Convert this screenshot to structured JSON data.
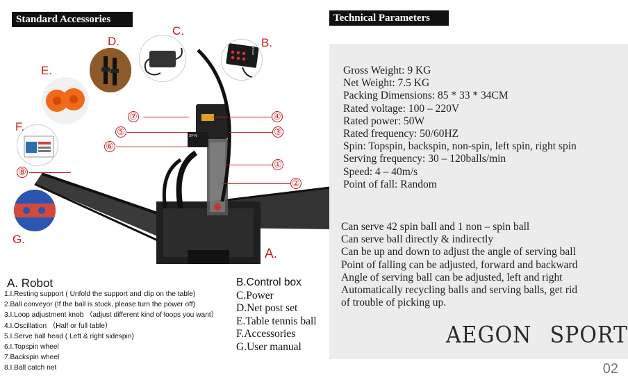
{
  "headers": {
    "left": "Standard Accessories",
    "right": "Technical Parameters"
  },
  "accessory_labels": {
    "A": "A.",
    "B": "B.",
    "C": "C.",
    "D": "D.",
    "E": "E.",
    "F": "F.",
    "G": "G."
  },
  "callouts": [
    "①",
    "②",
    "③",
    "④",
    "⑤",
    "⑥",
    "⑦",
    "⑧"
  ],
  "device_labels": {
    "control_box_brand": "HUI FANG",
    "head_label": "XF-N"
  },
  "parameters": [
    "Gross Weight: 9 KG",
    "Net Weight: 7.5 KG",
    "Packing Dimensions: 85 * 33 * 34CM",
    "Rated voltage: 100 – 220V",
    "Rated power: 50W",
    "Rated frequency: 50/60HZ",
    "Spin: Topspin, backspin, non-spin, left spin, right spin",
    "Serving frequency: 30 – 120balls/min",
    "Speed: 4 – 40m/s",
    "Point of fall: Random"
  ],
  "features": [
    "Can serve 42 spin ball and 1 non – spin ball",
    "Can serve ball directly & indirectly",
    "Can be up and down to adjust the angle of serving ball",
    "Point of falling can be adjusted, forward and backward",
    "Angle of serving ball can be adjusted, left and right",
    "Automatically recycling balls and serving balls, get rid",
    "of trouble of picking up."
  ],
  "brand": {
    "word1": "AEGON",
    "word2": "SPORT"
  },
  "page_number": "02",
  "robot": {
    "title": "A. Robot",
    "items": [
      "1.I.Resting support ( Unfold the support and clip on the table)",
      "2.Ball conveyor (If the ball is stuck, please turn the power off)",
      "3.I.Loop adjustment knob （adjust different kind of loops you want）",
      "4.I.Oscillation （Half or full table）",
      "5.I.Serve ball head ( Left & right sidespin)",
      "6.I.Topspin wheel",
      "7.Backspin wheel",
      "8.I.Ball catch net"
    ]
  },
  "accessory_list": [
    "B.Control box",
    "C.Power",
    "D.Net post set",
    "E.Table tennis ball",
    "F.Accessories",
    "G.User manual"
  ],
  "colors": {
    "accent": "#cc1b1b",
    "header_bg": "#111111",
    "panel_bg": "#ececec"
  }
}
